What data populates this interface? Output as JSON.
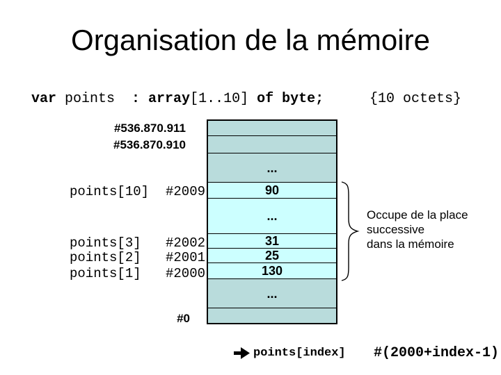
{
  "slide": {
    "title": "Organisation de la mémoire"
  },
  "declaration": {
    "segments": [
      {
        "text": "var",
        "bold": true
      },
      {
        "text": " points ",
        "bold": false
      },
      {
        "text": " : ",
        "bold": true
      },
      {
        "text": "array",
        "bold": true
      },
      {
        "text": "[1..10] ",
        "bold": false
      },
      {
        "text": "of byte;",
        "bold": true
      }
    ],
    "comment": "{10 octets}"
  },
  "memory": {
    "colors": {
      "dark": "#b9dcdc",
      "light": "#ccffff",
      "border": "#000000"
    },
    "rows": [
      {
        "shade": "dark",
        "value": ""
      },
      {
        "shade": "dark",
        "value": ""
      },
      {
        "shade": "dark",
        "value": "..."
      },
      {
        "shade": "light",
        "value": "90"
      },
      {
        "shade": "light",
        "value": "..."
      },
      {
        "shade": "light",
        "value": "31"
      },
      {
        "shade": "light",
        "value": "25"
      },
      {
        "shade": "light",
        "value": "130"
      },
      {
        "shade": "dark",
        "value": "..."
      },
      {
        "shade": "dark",
        "value": ""
      }
    ],
    "high_addresses": [
      {
        "text": "#536.870.911",
        "row": 0
      },
      {
        "text": "#536.870.910",
        "row": 1
      }
    ],
    "zero_address": {
      "text": "#0",
      "row": 9
    },
    "element_labels": [
      {
        "name": "points[10]",
        "address": "#2009",
        "row": 3
      },
      {
        "name": "points[3]",
        "address": "#2002",
        "row": 5
      },
      {
        "name": "points[2]",
        "address": "#2001",
        "row": 6
      },
      {
        "name": "points[1]",
        "address": "#2000",
        "row": 7
      }
    ]
  },
  "annotation": {
    "lines": [
      "Occupe de la place",
      "successive",
      "dans la mémoire"
    ]
  },
  "footer": {
    "expression": "points[index]",
    "address_formula": "#(2000+index-1)"
  }
}
